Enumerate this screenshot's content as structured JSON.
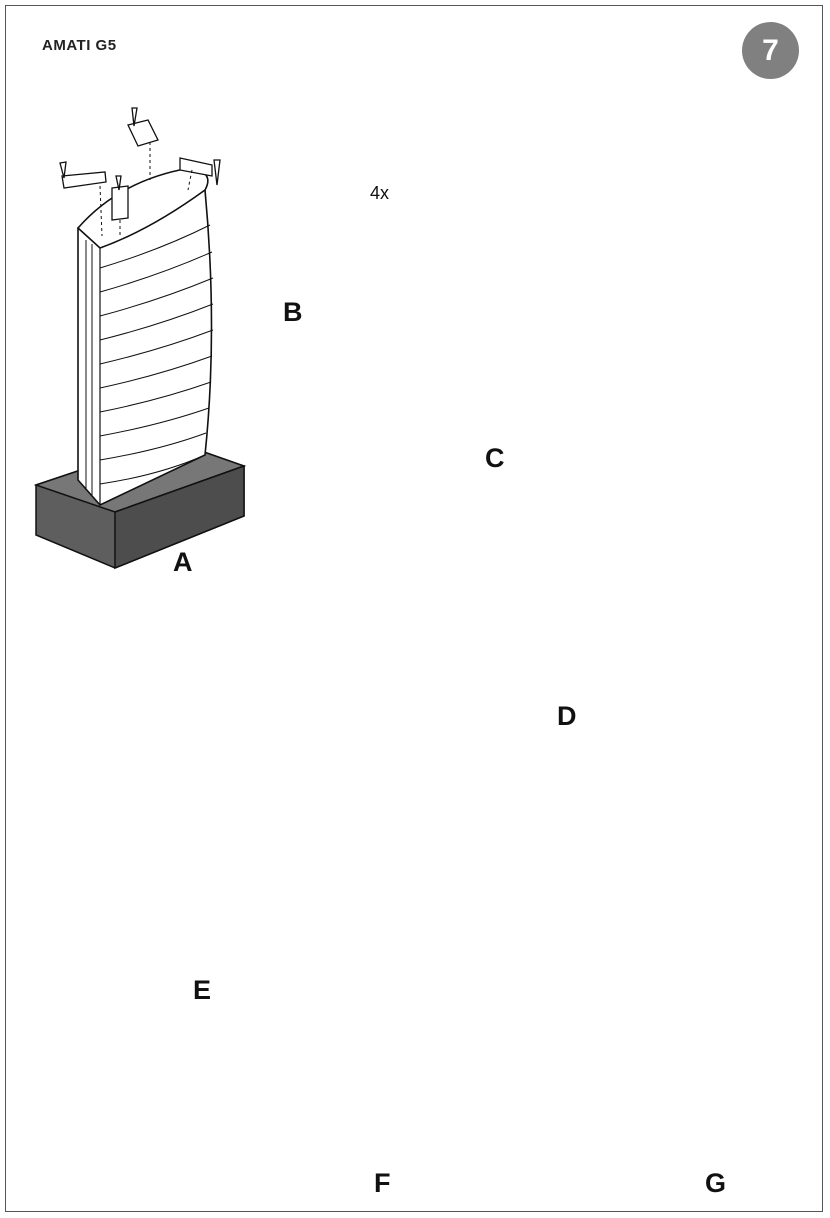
{
  "header": {
    "title": "AMATI G5",
    "page_number": "7"
  },
  "steps": {
    "a": "A",
    "b": "B",
    "c": "C",
    "d": "D",
    "e": "E",
    "f": "F",
    "g": "G"
  },
  "step_b_callout": "4x",
  "colors": {
    "speaker_dark": "#5a5a5a",
    "person_gray": "#cfcfcf",
    "badge": "#808080"
  }
}
